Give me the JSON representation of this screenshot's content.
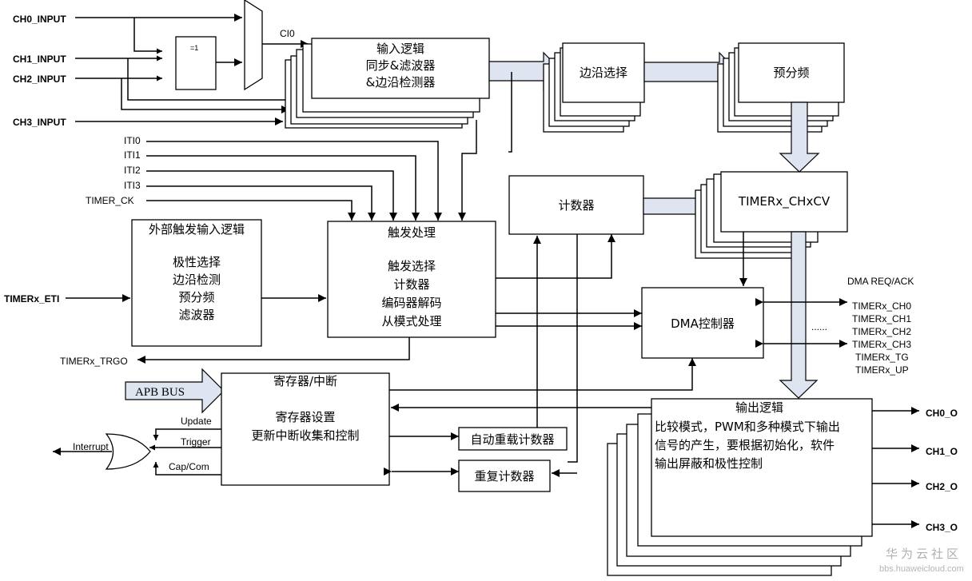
{
  "inputs": {
    "ch0": "CH0_INPUT",
    "ch1": "CH1_INPUT",
    "ch2": "CH2_INPUT",
    "ch3": "CH3_INPUT",
    "ci0": "CI0",
    "xor_label": "=1",
    "iti0": "ITI0",
    "iti1": "ITI1",
    "iti2": "ITI2",
    "iti3": "ITI3",
    "timer_ck": "TIMER_CK",
    "eti": "TIMERx_ETI",
    "trgo": "TIMERx_TRGO",
    "apb_bus": "APB BUS"
  },
  "blocks": {
    "input_logic": [
      "输入逻辑",
      "同步&滤波器",
      "&边沿检测器"
    ],
    "edge_select": "边沿选择",
    "prescaler": "预分频",
    "ext_trigger": {
      "title": "外部触发输入逻辑",
      "lines": [
        "极性选择",
        "边沿检测",
        "预分频",
        "滤波器"
      ]
    },
    "trigger": {
      "title": "触发处理",
      "lines": [
        "触发选择",
        "计数器",
        "编码器解码",
        "从模式处理"
      ]
    },
    "counter": "计数器",
    "chxcv": "TIMERx_CHxCV",
    "dma": "DMA控制器",
    "registers": {
      "title": "寄存器/中断",
      "lines": [
        "寄存器设置",
        "更新中断收集和控制"
      ]
    },
    "autoreload": "自动重载计数器",
    "repetition": "重复计数器",
    "output": {
      "title": "输出逻辑",
      "lines": [
        "比较模式，PWM和多种模式下输出",
        "信号的产生，要根据初始化，软件",
        "输出屏蔽和极性控制"
      ]
    }
  },
  "dma_signals": {
    "header": "DMA REQ/ACK",
    "dots": "......",
    "items": [
      "TIMERx_CH0",
      "TIMERx_CH1",
      "TIMERx_CH2",
      "TIMERx_CH3",
      "TIMERx_TG",
      "TIMERx_UP"
    ]
  },
  "interrupt": {
    "update": "Update",
    "trigger": "Trigger",
    "capcom": "Cap/Com",
    "output": "Interrupt"
  },
  "outputs": [
    "CH0_O",
    "CH1_O",
    "CH2_O",
    "CH3_O"
  ],
  "watermark": {
    "name": "华为云社区",
    "url": "bbs.huaweicloud.com"
  }
}
